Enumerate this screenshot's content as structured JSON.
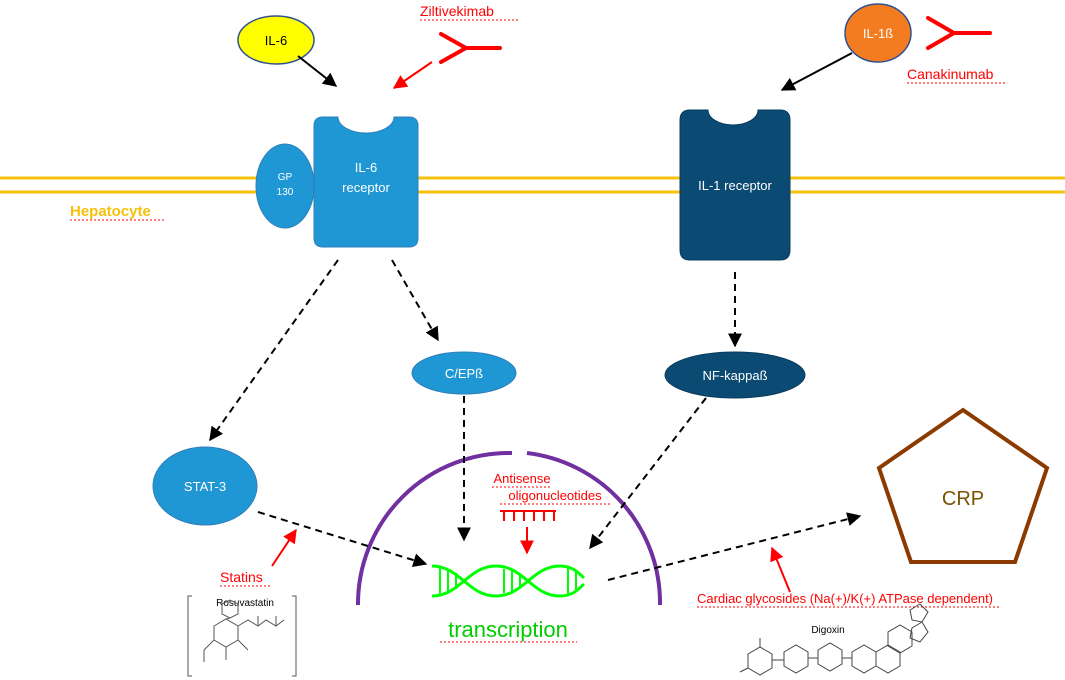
{
  "membrane": {
    "label": "Hepatocyte",
    "color": "#f4c20d"
  },
  "ligands": {
    "il6": {
      "label": "IL-6",
      "fill": "#ffff00"
    },
    "il1b": {
      "label": "IL-1ß",
      "fill": "#f47c20"
    }
  },
  "receptors": {
    "gp130": {
      "line1": "GP",
      "line2": "130"
    },
    "il6r": {
      "line1": "IL-6",
      "line2": "receptor"
    },
    "il1r": {
      "label": "IL-1 receptor"
    }
  },
  "drugs": {
    "ziltivekimab": "Ziltivekimab",
    "canakinumab": "Canakinumab",
    "antisense_line1": "Antisense",
    "antisense_line2": "oligonucleotides",
    "statins": "Statins",
    "cardiac_glycosides": "Cardiac glycosides (Na(+)/K(+) ATPase dependent)"
  },
  "factors": {
    "cebpb": "C/EPß",
    "nfkb": "NF-kappaß",
    "stat3": "STAT-3"
  },
  "nucleus": {
    "transcription": "transcription"
  },
  "crp": {
    "label": "CRP"
  },
  "structures": {
    "rosuvastatin": "Rosuvastatin",
    "digoxin": "Digoxin"
  },
  "colors": {
    "light_blue": "#1f97d4",
    "dark_blue": "#0b4a73",
    "red": "#ff0000",
    "purple": "#7030a0",
    "green": "#00ff00",
    "crp_brown": "#8b3a00"
  }
}
